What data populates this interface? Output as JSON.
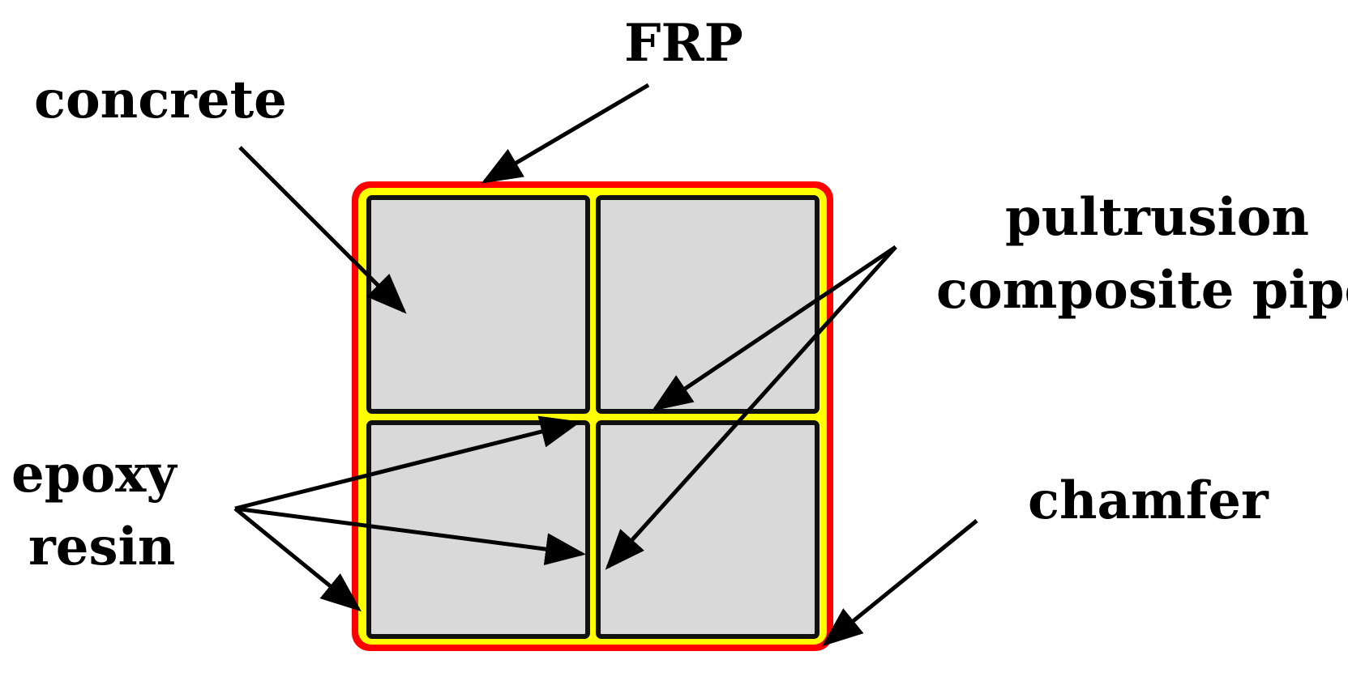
{
  "labels": {
    "frp": "FRP",
    "concrete": "concrete",
    "pultrusion_line1": "pultrusion",
    "pultrusion_line2": "composite pipe",
    "epoxy_line1": "epoxy",
    "epoxy_line2": "resin",
    "chamfer": "chamfer"
  },
  "colors": {
    "frp_jacket": "#ff0000",
    "epoxy_resin": "#ffff00",
    "concrete_fill": "#d9d9d9",
    "pipe_outline": "#111111",
    "arrow": "#000000",
    "background": "#ffffff"
  }
}
